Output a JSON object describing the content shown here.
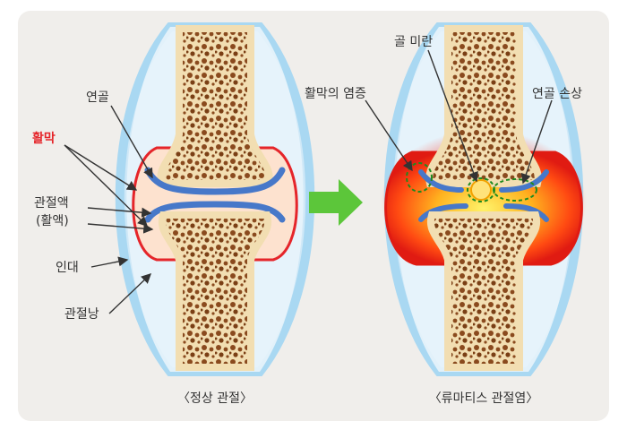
{
  "normal_joint": {
    "caption": "〈정상 관절〉",
    "labels": {
      "cartilage": "연골",
      "synovium": "활막",
      "synovial_fluid_line1": "관절액",
      "synovial_fluid_line2": "(활액)",
      "ligament": "인대",
      "joint_capsule": "관절낭"
    }
  },
  "ra_joint": {
    "caption": "〈류마티스 관절염〉",
    "labels": {
      "bone_erosion": "골 미란",
      "synovitis": "활막의 염증",
      "cartilage_damage": "연골 손상"
    }
  },
  "colors": {
    "panel_bg": "#f0eeeb",
    "capsule": "#a9d8f2",
    "bone": "#f2deb2",
    "marrow": "#8a4a1e",
    "cartilage": "#4778c9",
    "synovium": "#e5252a",
    "inflammation": "#ff5a1a",
    "arrow": "#5cc63a",
    "label_red": "#e5252a"
  }
}
